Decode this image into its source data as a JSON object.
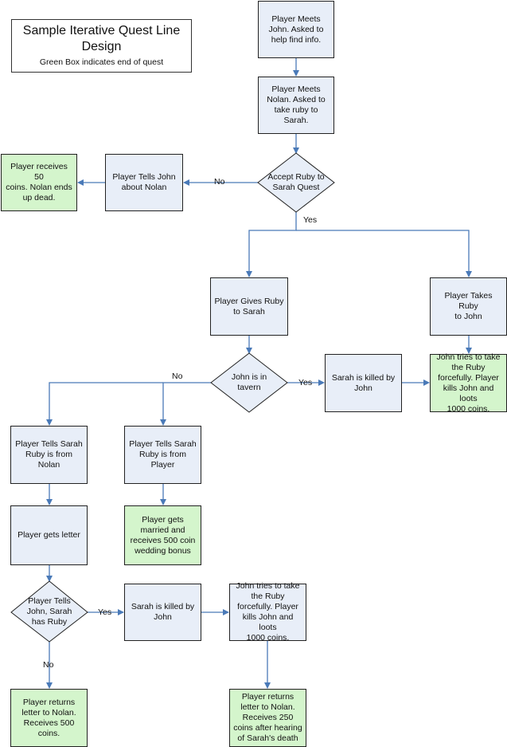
{
  "title": {
    "main": "Sample Iterative Quest Line\nDesign",
    "sub": "Green Box indicates end of quest"
  },
  "nodes": {
    "meets_john": "Player Meets\nJohn.  Asked to\nhelp find info.",
    "meets_nolan": "Player Meets\nNolan.  Asked to\ntake ruby to Sarah.",
    "accept_quest": "Accept Ruby to\nSarah Quest",
    "tells_john_nolan": "Player Tells John\nabout Nolan",
    "end_50_coins": "Player receives 50\ncoins.  Nolan ends\nup dead.",
    "gives_ruby": "Player Gives Ruby\nto Sarah",
    "takes_ruby": "Player Takes Ruby\nto John",
    "john_tavern": "John is in\ntavern",
    "sarah_killed_1": "Sarah is killed by\nJohn",
    "end_john_killed_1": "John tries to take\nthe Ruby\nforcefully.  Player\nkills John and loots\n1000 coins.",
    "tells_sarah_nolan": "Player Tells Sarah\nRuby is from\nNolan",
    "tells_sarah_player": "Player Tells Sarah\nRuby is from\nPlayer",
    "gets_letter": "Player gets letter",
    "end_married": "Player gets\nmarried and\nreceives 500 coin\nwedding bonus",
    "tells_john_sarah": "Player Tells\nJohn, Sarah\nhas Ruby",
    "sarah_killed_2": "Sarah is killed by\nJohn",
    "john_forceful_2": "John tries to take\nthe Ruby\nforcefully.  Player\nkills John and loots\n1000 coins.",
    "end_500_coins": "Player returns\nletter to Nolan.\nReceives 500\ncoins.",
    "end_250_coins": "Player returns\nletter to Nolan.\nReceives 250\ncoins after hearing\nof Sarah's death"
  },
  "edge_labels": {
    "no_1": "No",
    "yes_1": "Yes",
    "no_2": "No",
    "yes_2": "Yes",
    "yes_3": "Yes",
    "no_3": "No"
  },
  "colors": {
    "box_fill": "#e8eef8",
    "end_fill": "#d4f5cc",
    "arrow": "#4a7ab8"
  }
}
